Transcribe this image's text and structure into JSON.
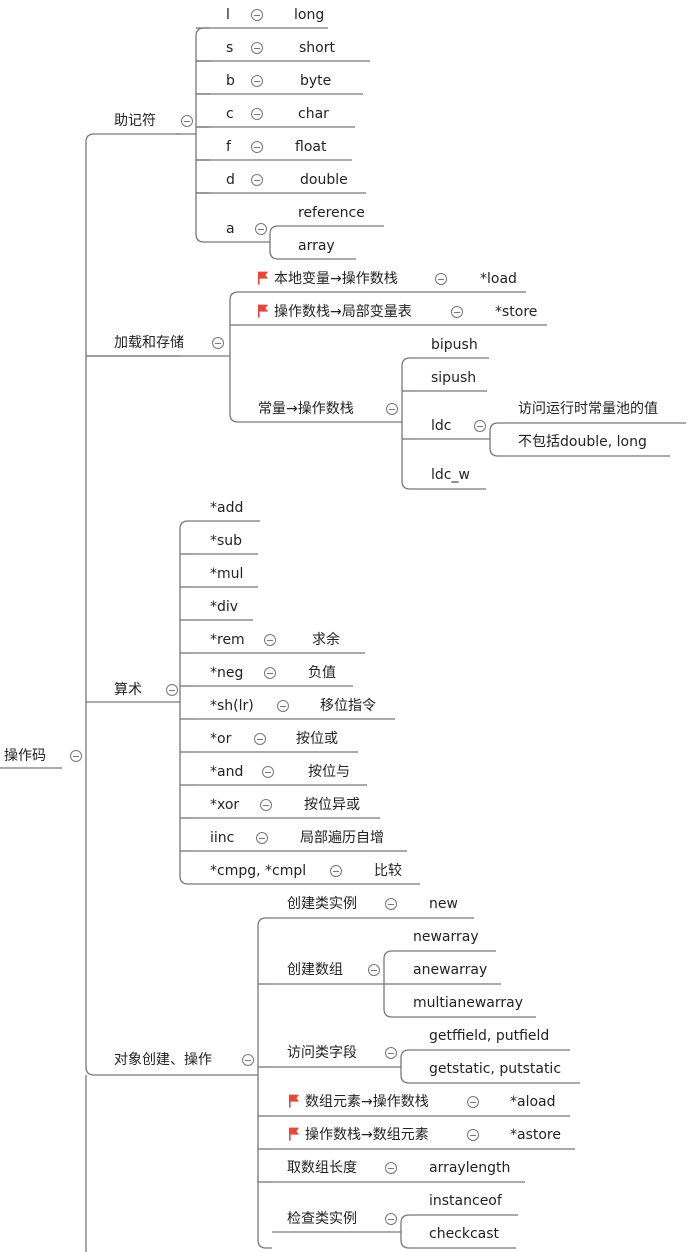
{
  "root": {
    "label": "操作码"
  },
  "branches": {
    "mnemonic": {
      "label": "助记符",
      "items": [
        {
          "key": "l",
          "value": "long"
        },
        {
          "key": "s",
          "value": "short"
        },
        {
          "key": "b",
          "value": "byte"
        },
        {
          "key": "c",
          "value": "char"
        },
        {
          "key": "f",
          "value": "float"
        },
        {
          "key": "d",
          "value": "double"
        },
        {
          "key": "a",
          "values": [
            "reference",
            "array"
          ]
        }
      ]
    },
    "load_store": {
      "label": "加载和存储",
      "local_to_stack": {
        "label": "本地变量→操作数栈",
        "value": "*load"
      },
      "stack_to_local": {
        "label": "操作数栈→局部变量表",
        "value": "*store"
      },
      "const_to_stack": {
        "label": "常量→操作数栈",
        "items": [
          "bipush",
          "sipush",
          "ldc",
          "ldc_w"
        ],
        "ldc_notes": [
          "访问运行时常量池的值",
          "不包括double, long"
        ]
      }
    },
    "arithmetic": {
      "label": "算术",
      "items": [
        {
          "op": "*add"
        },
        {
          "op": "*sub"
        },
        {
          "op": "*mul"
        },
        {
          "op": "*div"
        },
        {
          "op": "*rem",
          "desc": "求余"
        },
        {
          "op": "*neg",
          "desc": "负值"
        },
        {
          "op": "*sh(lr)",
          "desc": "移位指令"
        },
        {
          "op": "*or",
          "desc": "按位或"
        },
        {
          "op": "*and",
          "desc": "按位与"
        },
        {
          "op": "*xor",
          "desc": "按位异或"
        },
        {
          "op": "iinc",
          "desc": "局部遍历自增"
        },
        {
          "op": "*cmpg, *cmpl",
          "desc": "比较"
        }
      ]
    },
    "objects": {
      "label": "对象创建、操作",
      "create_instance": {
        "label": "创建类实例",
        "value": "new"
      },
      "create_array": {
        "label": "创建数组",
        "values": [
          "newarray",
          "anewarray",
          "multianewarray"
        ]
      },
      "access_field": {
        "label": "访问类字段",
        "values": [
          "getffield, putfield",
          "getstatic, putstatic"
        ]
      },
      "array_to_stack": {
        "label": "数组元素→操作数栈",
        "value": "*aload"
      },
      "stack_to_array": {
        "label": "操作数栈→数组元素",
        "value": "*astore"
      },
      "array_length": {
        "label": "取数组长度",
        "value": "arraylength"
      },
      "check_instance": {
        "label": "检查类实例",
        "values": [
          "instanceof",
          "checkcast"
        ]
      }
    }
  },
  "colors": {
    "line": "#777777",
    "flag": "#e8453c",
    "text": "#222222"
  },
  "icons": {
    "collapse": "minus-circle-icon",
    "flag": "red-flag-icon"
  }
}
